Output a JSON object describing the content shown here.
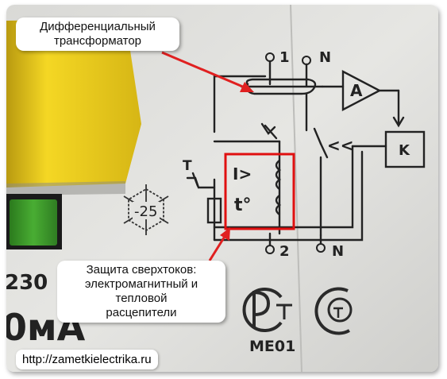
{
  "callouts": {
    "transformer": [
      "Дифференциальный",
      "трансформатор"
    ],
    "overcurrent": [
      "Защита сверхтоков:",
      "электромагнитный и",
      "тепловой",
      "расцепители"
    ]
  },
  "url": "http://zametkielectrika.ru",
  "schematic": {
    "terminal_top_1": "1",
    "terminal_top_n": "N",
    "terminal_bottom_2": "2",
    "terminal_bottom_n": "N",
    "amplifier": "A",
    "relay": "K",
    "test_button": "T",
    "overcurrent": "I>",
    "thermal": "t°",
    "temperature_rating": "-25",
    "cert_code": "ME01"
  },
  "panel_text": {
    "voltage_fragment": "230",
    "current_fragment": "0мА"
  },
  "colors": {
    "highlight_red": "#e01010",
    "arrow_red": "#e02020",
    "device_yellow": "#f1d21c",
    "handle_green": "#3e9a2a"
  }
}
